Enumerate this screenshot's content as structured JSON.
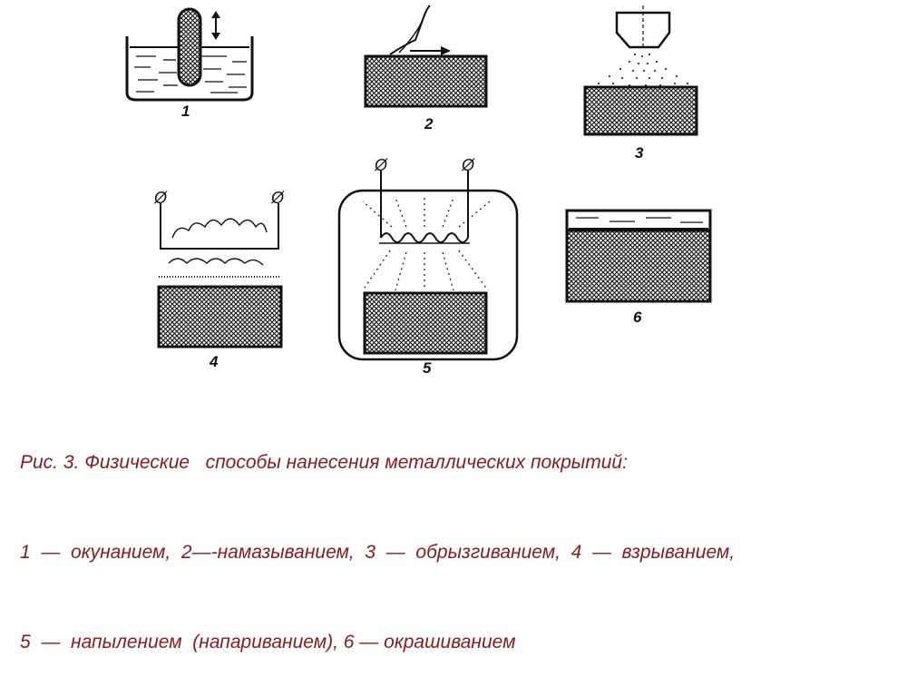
{
  "figure": {
    "labels": [
      "1",
      "2",
      "3",
      "4",
      "5",
      "6"
    ]
  },
  "caption": {
    "line1": "Рис. 3. Физические   способы нанесения металлических покрытий:",
    "line2": "1  —  окунанием,  2—-намазыванием,  3  —  обрызгиванием,  4  —  взрыванием,",
    "line3": "5  —  напылением  (напариванием), 6 — окрашиванием"
  },
  "colors": {
    "caption": "#8b1a1a",
    "ink": "#111111"
  }
}
